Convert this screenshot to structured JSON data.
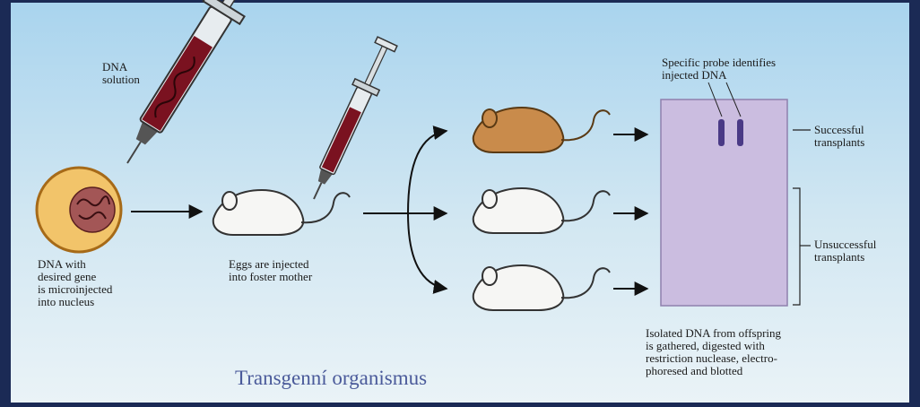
{
  "labels": {
    "dna_solution": "DNA\nsolution",
    "dna_with_gene": "DNA with\ndesired gene\nis microinjected\ninto nucleus",
    "eggs_injected": "Eggs are injected\ninto foster mother",
    "specific_probe": "Specific probe identifies\ninjected DNA",
    "successful": "Successful\ntransplants",
    "unsuccessful": "Unsuccessful\ntransplants",
    "isolated_dna": "Isolated DNA from offspring\nis gathered, digested with\nrestriction nuclease, electro-\nphoresed and blotted"
  },
  "title": "Transgenní organismus",
  "colors": {
    "frame": "#1b2a55",
    "sky_top": "#a9d4ee",
    "sky_bottom": "#eaf3f7",
    "gel": "#cbbde0",
    "band": "#4a3a86",
    "cell": "#f2c46a",
    "mouse_brown": "#c98b4b",
    "mouse_white": "#f6f6f4",
    "syringe_fluid": "#7a1220"
  },
  "icons": [
    "syringe-icon",
    "cell-icon",
    "mouse-icon",
    "gel-icon"
  ]
}
